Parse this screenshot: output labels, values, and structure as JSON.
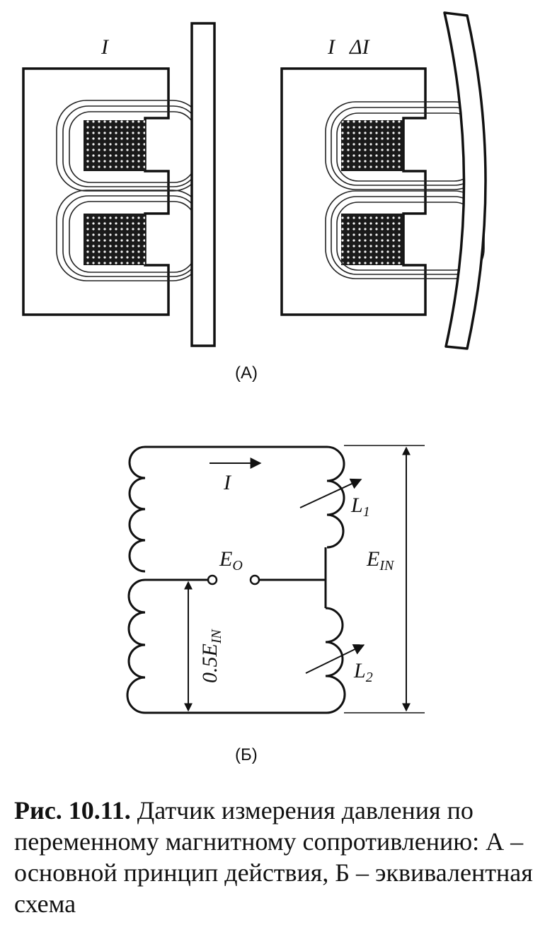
{
  "figure_a": {
    "panel_label": "(А)",
    "left_current_label": "I",
    "right_current_label": "I",
    "right_delta_label": "ΔI"
  },
  "figure_b": {
    "panel_label": "(Б)",
    "current_label": "I",
    "l1_label": "L",
    "l1_sub": "1",
    "l2_label": "L",
    "l2_sub": "2",
    "eo_label": "E",
    "eo_sub": "O",
    "ein_label": "E",
    "ein_sub": "IN",
    "half_ein_label": "0.5E",
    "half_ein_sub": "IN"
  },
  "caption": {
    "number": "Рис. 10.11.",
    "text": "Датчик измерения давления по переменному магнитному сопротивлению: А – основной принцип действия, Б – эквивалентная схема"
  }
}
